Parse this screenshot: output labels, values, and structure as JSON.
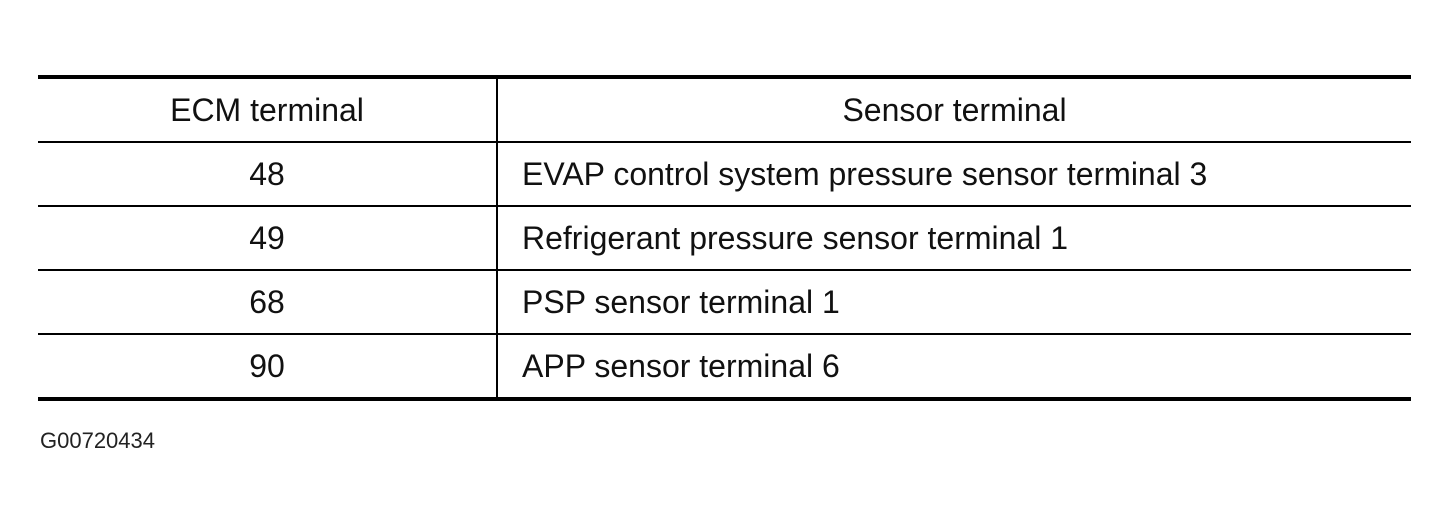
{
  "table": {
    "headers": {
      "ecm": "ECM terminal",
      "sensor": "Sensor terminal"
    },
    "rows": [
      {
        "ecm": "48",
        "sensor": "EVAP control system pressure sensor terminal 3"
      },
      {
        "ecm": "49",
        "sensor": "Refrigerant pressure sensor terminal 1"
      },
      {
        "ecm": "68",
        "sensor": "PSP sensor terminal 1"
      },
      {
        "ecm": "90",
        "sensor": "APP sensor terminal 6"
      }
    ]
  },
  "figure_id": "G00720434"
}
